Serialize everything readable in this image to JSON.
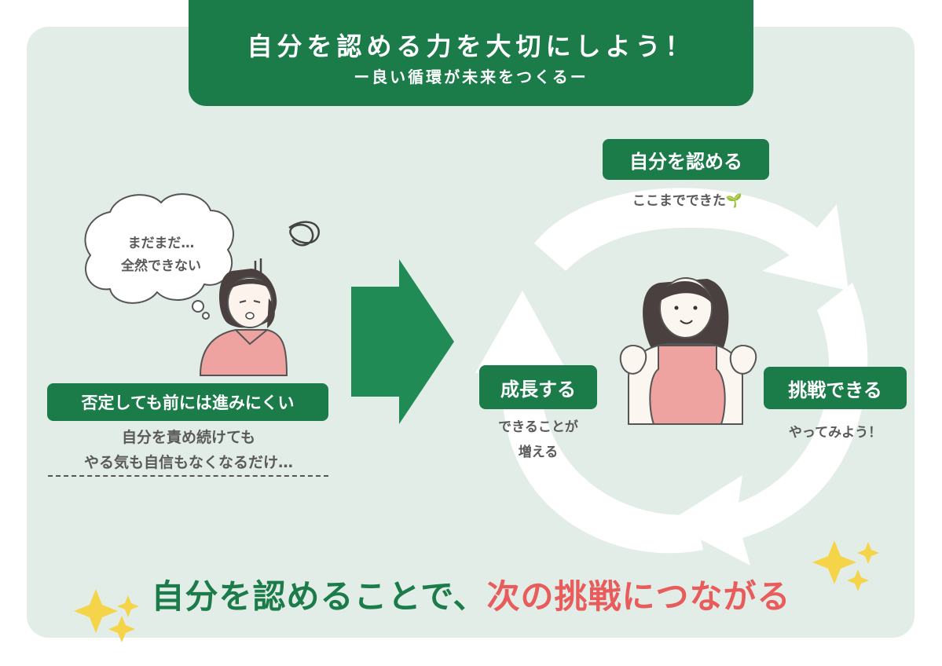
{
  "header": {
    "title": "自分を認める力を大切にしよう！",
    "subtitle": "ー良い循環が未来をつくるー"
  },
  "left": {
    "thought_line1": "まだまだ…",
    "thought_line2": "全然できない",
    "label": "否定しても前には進みにくい",
    "desc_line1": "自分を責め続けても",
    "desc_line2": "やる気も自信もなくなるだけ…"
  },
  "cycle": {
    "top_label": "自分を認める",
    "top_sub": "ここまでできた🌱",
    "right_label": "挑戦できる",
    "right_sub": "やってみよう！",
    "left_label": "成長する",
    "left_sub_line1": "できることが",
    "left_sub_line2": "増える"
  },
  "bottom": {
    "green_part": "自分を認めることで、",
    "red_part": "次の挑戦につながる"
  },
  "colors": {
    "brand_green": "#1b7c4a",
    "arrow_green": "#218b55",
    "accent_red": "#e85c5c",
    "panel_bg": "#e3ede7",
    "sparkle": "#f5d44a",
    "shirt_pink": "#efa3a0",
    "hair": "#4a4040"
  },
  "icons": [
    "thought-bubble-icon",
    "stress-scribble-icon",
    "big-right-arrow-icon",
    "cycle-arrows-icon",
    "sprout-icon",
    "sparkle-icon"
  ]
}
